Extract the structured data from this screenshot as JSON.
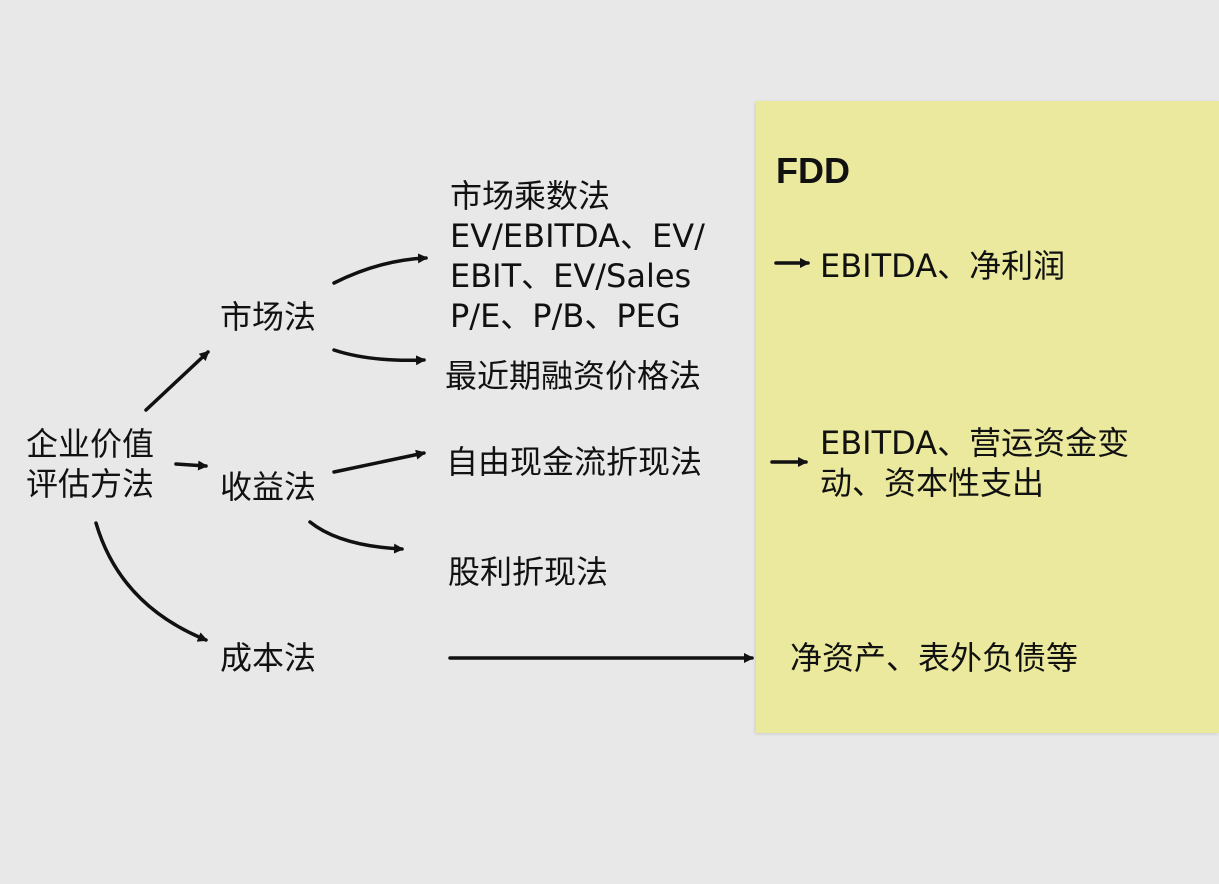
{
  "root": {
    "lines": [
      "企业价值",
      "评估方法"
    ]
  },
  "methods": {
    "market": "市场法",
    "income": "收益法",
    "cost": "成本法"
  },
  "sub_methods": {
    "multiples": {
      "lines": [
        "市场乘数法",
        "EV/EBITDA、EV/",
        "EBIT、EV/Sales",
        "P/E、P/B、PEG"
      ]
    },
    "recent_financing": "最近期融资价格法",
    "dcf": "自由现金流折现法",
    "ddm": "股利折现法"
  },
  "fdd": {
    "title": "FDD",
    "item_market": "EBITDA、净利润",
    "item_income": {
      "lines": [
        "EBITDA、营运资金变",
        "动、资本性支出"
      ]
    },
    "item_cost": "净资产、表外负债等"
  },
  "colors": {
    "background": "#e8e8e8",
    "note": "#eae99d",
    "text": "#111111"
  }
}
